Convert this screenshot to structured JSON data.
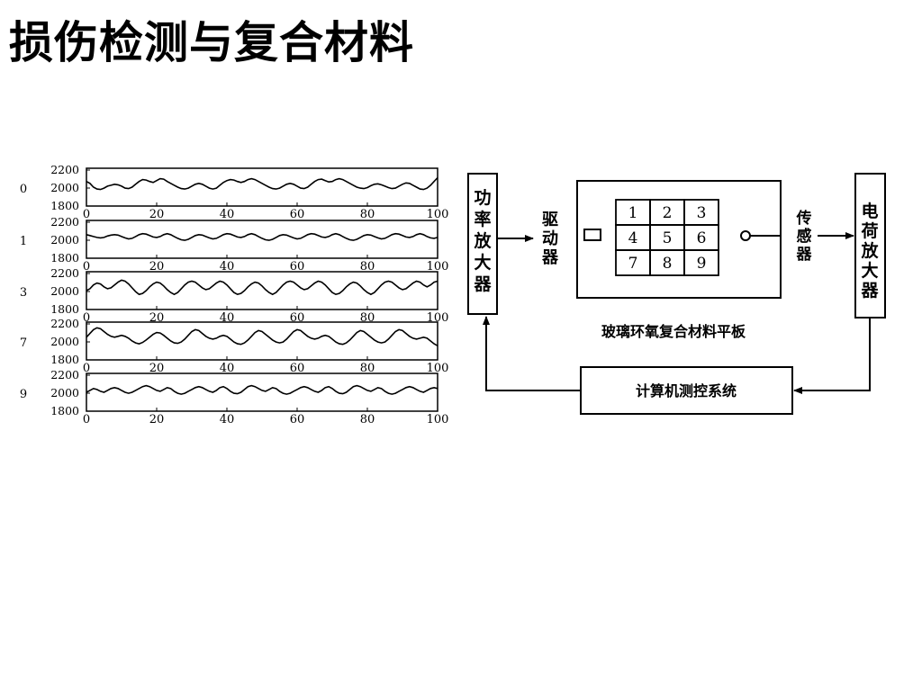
{
  "slide": {
    "title": "损伤检测与复合材料"
  },
  "chart_data": {
    "type": "line",
    "y_ticks": [
      "2200",
      "2000",
      "1800"
    ],
    "x_ticks": [
      "0",
      "20",
      "40",
      "60",
      "80",
      "100"
    ],
    "xlim": [
      0,
      100
    ],
    "ylim": [
      1800,
      2200
    ],
    "panels": [
      {
        "label": "0",
        "values": [
          2060,
          2040,
          2000,
          1980,
          1975,
          1990,
          2010,
          2020,
          2030,
          2025,
          2010,
          1990,
          1985,
          2000,
          2030,
          2060,
          2080,
          2075,
          2060,
          2050,
          2070,
          2090,
          2085,
          2060,
          2040,
          2020,
          2000,
          1985,
          1980,
          1990,
          2010,
          2030,
          2040,
          2030,
          2010,
          1990,
          1980,
          1990,
          2020,
          2050,
          2070,
          2080,
          2075,
          2060,
          2050,
          2060,
          2080,
          2090,
          2080,
          2060,
          2040,
          2020,
          2000,
          1985,
          1980,
          1990,
          2010,
          2030,
          2040,
          2030,
          2010,
          1990,
          1985,
          2000,
          2030,
          2060,
          2080,
          2085,
          2070,
          2055,
          2060,
          2080,
          2090,
          2080,
          2060,
          2040,
          2020,
          2000,
          1990,
          1985,
          1995,
          2015,
          2030,
          2035,
          2025,
          2010,
          1995,
          1985,
          1990,
          2010,
          2030,
          2045,
          2040,
          2020,
          2000,
          1980,
          1975,
          1990,
          2020,
          2060,
          2100
        ]
      },
      {
        "label": "1",
        "values": [
          2050,
          2040,
          2030,
          2020,
          2015,
          2020,
          2035,
          2045,
          2050,
          2045,
          2030,
          2015,
          2005,
          2010,
          2030,
          2050,
          2060,
          2055,
          2040,
          2025,
          2020,
          2030,
          2050,
          2060,
          2050,
          2030,
          2010,
          1995,
          1990,
          2000,
          2020,
          2040,
          2050,
          2045,
          2030,
          2015,
          2005,
          2010,
          2030,
          2050,
          2060,
          2055,
          2040,
          2025,
          2020,
          2030,
          2050,
          2060,
          2050,
          2030,
          2010,
          1995,
          1990,
          2000,
          2020,
          2040,
          2050,
          2045,
          2030,
          2015,
          2005,
          2010,
          2030,
          2050,
          2060,
          2055,
          2040,
          2025,
          2020,
          2030,
          2050,
          2060,
          2050,
          2030,
          2010,
          1995,
          1990,
          2000,
          2020,
          2040,
          2050,
          2045,
          2030,
          2015,
          2005,
          2010,
          2030,
          2050,
          2060,
          2055,
          2040,
          2025,
          2020,
          2030,
          2050,
          2060,
          2050,
          2030,
          2015,
          2010,
          2020
        ]
      },
      {
        "label": "3",
        "values": [
          2000,
          2020,
          2060,
          2080,
          2070,
          2040,
          2020,
          2030,
          2060,
          2090,
          2110,
          2100,
          2070,
          2030,
          1990,
          1960,
          1970,
          2000,
          2040,
          2070,
          2090,
          2080,
          2050,
          2010,
          1980,
          1960,
          1980,
          2020,
          2060,
          2090,
          2100,
          2090,
          2060,
          2030,
          2010,
          2020,
          2050,
          2080,
          2100,
          2090,
          2060,
          2020,
          1980,
          1960,
          1970,
          2000,
          2040,
          2070,
          2090,
          2080,
          2050,
          2010,
          1980,
          1960,
          1980,
          2020,
          2060,
          2090,
          2100,
          2090,
          2060,
          2030,
          2010,
          2020,
          2050,
          2080,
          2100,
          2090,
          2060,
          2020,
          1980,
          1960,
          1970,
          2000,
          2040,
          2070,
          2090,
          2080,
          2050,
          2010,
          1980,
          1960,
          1980,
          2020,
          2060,
          2090,
          2100,
          2090,
          2060,
          2030,
          2010,
          2020,
          2050,
          2080,
          2100,
          2090,
          2060,
          2040,
          2060,
          2090,
          2100
        ]
      },
      {
        "label": "7",
        "values": [
          2040,
          2080,
          2120,
          2140,
          2130,
          2100,
          2070,
          2050,
          2040,
          2050,
          2060,
          2050,
          2030,
          2000,
          1980,
          1970,
          1985,
          2010,
          2040,
          2070,
          2090,
          2085,
          2060,
          2030,
          2000,
          1980,
          1975,
          1990,
          2020,
          2060,
          2100,
          2120,
          2110,
          2080,
          2050,
          2030,
          2020,
          2030,
          2050,
          2060,
          2050,
          2020,
          1990,
          1970,
          1965,
          1980,
          2010,
          2050,
          2090,
          2110,
          2100,
          2070,
          2040,
          2010,
          1990,
          1980,
          1990,
          2020,
          2060,
          2100,
          2120,
          2110,
          2080,
          2050,
          2030,
          2020,
          2030,
          2050,
          2060,
          2050,
          2020,
          1990,
          1970,
          1965,
          1980,
          2010,
          2050,
          2090,
          2110,
          2100,
          2070,
          2040,
          2010,
          1990,
          1980,
          1990,
          2020,
          2060,
          2100,
          2120,
          2110,
          2080,
          2050,
          2030,
          2020,
          2030,
          2040,
          2030,
          2000,
          1970,
          1950
        ]
      },
      {
        "label": "9",
        "values": [
          2000,
          2020,
          2040,
          2030,
          2010,
          2000,
          2020,
          2040,
          2050,
          2040,
          2020,
          2000,
          1990,
          2000,
          2020,
          2040,
          2060,
          2070,
          2060,
          2040,
          2020,
          2010,
          2030,
          2050,
          2040,
          2010,
          1990,
          1980,
          1990,
          2010,
          2030,
          2050,
          2060,
          2050,
          2030,
          2010,
          2000,
          2020,
          2050,
          2060,
          2040,
          2010,
          1990,
          1985,
          2000,
          2030,
          2060,
          2070,
          2060,
          2040,
          2020,
          2010,
          2030,
          2050,
          2040,
          2010,
          1990,
          1980,
          1990,
          2010,
          2030,
          2050,
          2060,
          2050,
          2030,
          2010,
          2000,
          2020,
          2050,
          2060,
          2040,
          2010,
          1990,
          1985,
          2000,
          2030,
          2060,
          2070,
          2060,
          2040,
          2020,
          2010,
          2030,
          2050,
          2040,
          2010,
          1990,
          1980,
          1990,
          2010,
          2030,
          2050,
          2060,
          2050,
          2030,
          2010,
          2000,
          2020,
          2040,
          2050,
          2040
        ]
      }
    ]
  },
  "diagram": {
    "power_amp": "功率放大器",
    "driver": "驱动器",
    "grid_numbers": [
      "1",
      "2",
      "3",
      "4",
      "5",
      "6",
      "7",
      "8",
      "9"
    ],
    "sensor": "传感器",
    "charge_amp": "电荷放大器",
    "plate_caption": "玻璃环氧复合材料平板",
    "computer": "计算机测控系统"
  }
}
